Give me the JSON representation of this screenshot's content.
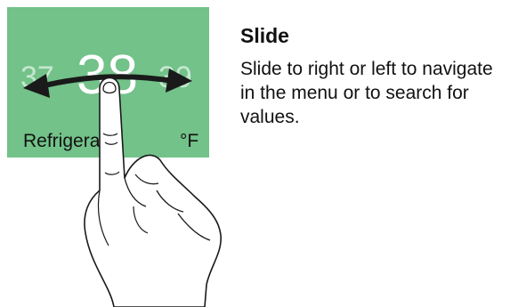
{
  "display": {
    "prev_value": "37",
    "current_value": "38",
    "next_value": "39",
    "label": "Refrigerator",
    "unit": "°F",
    "background_color": "#72c289"
  },
  "icons": {
    "arrows": "double-headed-arrow-icon",
    "hand": "finger-swipe-icon"
  },
  "text": {
    "title": "Slide",
    "description": "Slide to right or left to navigate in the menu or to search for values."
  }
}
